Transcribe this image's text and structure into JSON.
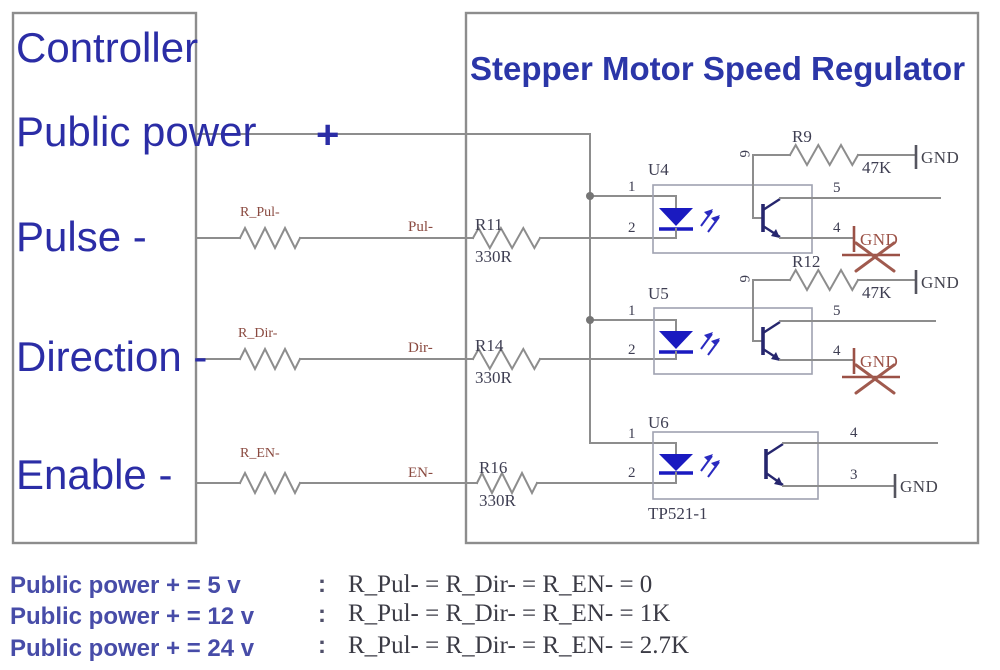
{
  "controller": {
    "title": "Controller",
    "power_label": "Public power",
    "power_plus": "+",
    "pulse_label": "Pulse -",
    "direction_label": "Direction -",
    "enable_label": "Enable -"
  },
  "regulator": {
    "title": "Stepper Motor Speed Regulator"
  },
  "nets": {
    "pul": "Pul-",
    "dir": "Dir-",
    "en": "EN-"
  },
  "series_resistors": {
    "pul": {
      "ref": "R_Pul-"
    },
    "dir": {
      "ref": "R_Dir-"
    },
    "en": {
      "ref": "R_EN-"
    }
  },
  "input_resistors": {
    "r11": {
      "ref": "R11",
      "value": "330R"
    },
    "r14": {
      "ref": "R14",
      "value": "330R"
    },
    "r16": {
      "ref": "R16",
      "value": "330R"
    }
  },
  "base_resistors": {
    "r9": {
      "ref": "R9",
      "value": "47K"
    },
    "r12": {
      "ref": "R12",
      "value": "47K"
    }
  },
  "optos": {
    "u4": {
      "ref": "U4",
      "pins": {
        "in1": "1",
        "in2": "2",
        "base": "6",
        "collector": "5",
        "emitter": "4"
      }
    },
    "u5": {
      "ref": "U5",
      "pins": {
        "in1": "1",
        "in2": "2",
        "base": "6",
        "collector": "5",
        "emitter": "4"
      }
    },
    "u6": {
      "ref": "U6",
      "part": "TP521-1",
      "pins": {
        "in1": "1",
        "in2": "2",
        "collector": "4",
        "emitter": "3"
      }
    }
  },
  "labels": {
    "gnd": "GND"
  },
  "notes": {
    "rows": [
      {
        "condition": "Public power + = 5 v",
        "separator": ":",
        "formula": "R_Pul- = R_Dir- = R_EN- = 0"
      },
      {
        "condition": "Public power + = 12 v",
        "separator": ":",
        "formula": "R_Pul- = R_Dir- = R_EN- = 1K"
      },
      {
        "condition": "Public power + = 24 v",
        "separator": ":",
        "formula": "R_Pul- = R_Dir- = R_EN- = 2.7K"
      }
    ]
  },
  "colors": {
    "label_blue": "#2b2da6",
    "note_purple": "#474ca8",
    "net_brick": "#8a4a40",
    "crossed_gnd": "#9b5146",
    "led_blue": "#1a1ac0",
    "transistor_navy": "#26266e",
    "wire_gray": "#8d8d8d",
    "designator_dark": "#3e3e52"
  }
}
